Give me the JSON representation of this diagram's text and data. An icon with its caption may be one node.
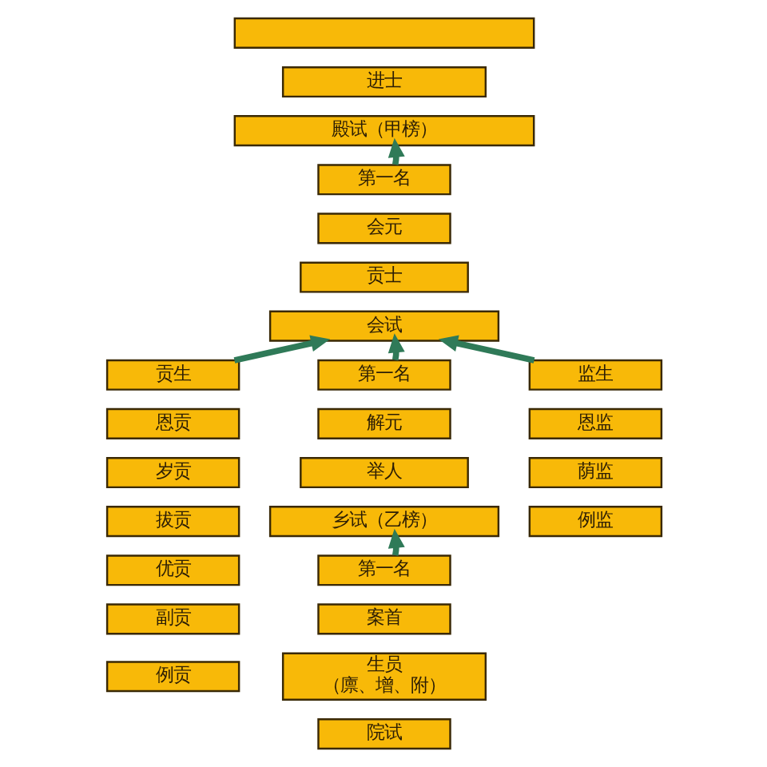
{
  "diagram": {
    "nodes": [
      {
        "text": [],
        "shape": "box"
      },
      {
        "text": [
          "进士"
        ]
      },
      {
        "text": [
          "殿试（甲榜）"
        ]
      },
      {
        "text": [
          "第一名"
        ]
      },
      {
        "text": [
          "会元"
        ]
      },
      {
        "text": [
          "贡士"
        ]
      },
      {
        "text": [
          "会试"
        ]
      },
      {
        "text": [
          "第一名"
        ]
      },
      {
        "text": [
          "解元"
        ]
      },
      {
        "text": [
          "举人"
        ]
      },
      {
        "text": [
          "乡试（乙榜）"
        ]
      },
      {
        "text": [
          "第一名"
        ]
      },
      {
        "text": [
          "案首"
        ]
      },
      {
        "text": [
          "生员",
          "（廪、增、附）"
        ]
      },
      {
        "text": [
          "院试"
        ]
      },
      {
        "text": [
          "贡生"
        ]
      },
      {
        "text": [
          "恩贡"
        ]
      },
      {
        "text": [
          "岁贡"
        ]
      },
      {
        "text": [
          "拔贡"
        ]
      },
      {
        "text": [
          "优贡"
        ]
      },
      {
        "text": [
          "副贡"
        ]
      },
      {
        "text": [
          "例贡"
        ]
      },
      {
        "text": [
          "监生"
        ]
      },
      {
        "text": [
          "恩监"
        ]
      },
      {
        "text": [
          "荫监"
        ]
      },
      {
        "text": [
          "例监"
        ]
      }
    ],
    "edges": [
      {
        "from": 3,
        "to": 2,
        "arrow": "to"
      },
      {
        "from": 7,
        "to": 6,
        "arrow": "to"
      },
      {
        "from": 11,
        "to": 10,
        "arrow": "to"
      },
      {
        "from": 15,
        "to": 6,
        "arrow": "to"
      },
      {
        "from": 22,
        "to": 6,
        "arrow": "to"
      }
    ]
  }
}
